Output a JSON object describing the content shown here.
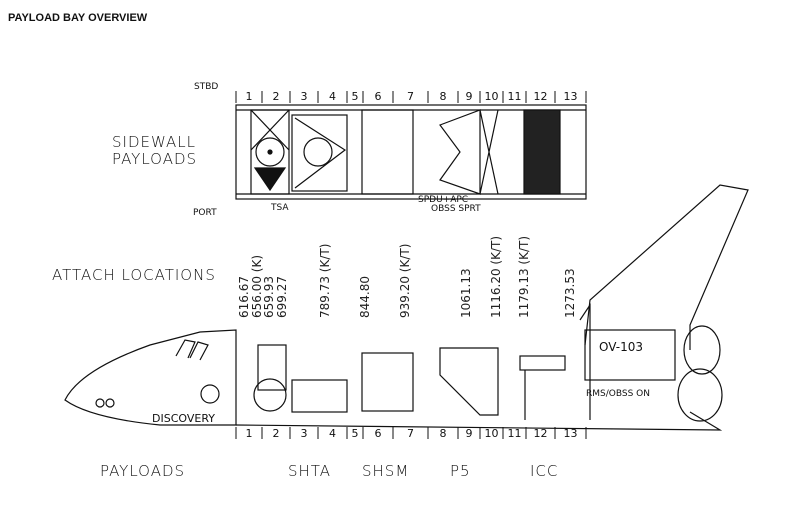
{
  "title": "PAYLOAD BAY OVERVIEW",
  "top_view": {
    "stbd": "STBD",
    "port": "PORT",
    "sidewall_line1": "SIDEWALL",
    "sidewall_line2": "PAYLOADS",
    "tsa": "TSA",
    "spdu": "SPDU+APC",
    "obss": "OBSS SPRT"
  },
  "bay_numbers": [
    "1",
    "2",
    "3",
    "4",
    "5",
    "6",
    "7",
    "8",
    "9",
    "10",
    "11",
    "12",
    "13"
  ],
  "attach": {
    "label": "ATTACH LOCATIONS",
    "values": [
      "616.67",
      "656.00 (K)",
      "659.93",
      "699.27",
      "789.73 (K/T)",
      "844.80",
      "939.20 (K/T)",
      "1061.13",
      "1116.20 (K/T)",
      "1179.13 (K/T)",
      "1273.53"
    ]
  },
  "side_view": {
    "orbiter_name": "DISCOVERY",
    "ov": "OV-103",
    "rms": "RMS/OBSS ON"
  },
  "payloads": {
    "label": "PAYLOADS",
    "items": [
      "SHTA",
      "SHSM",
      "P5",
      "ICC"
    ]
  }
}
